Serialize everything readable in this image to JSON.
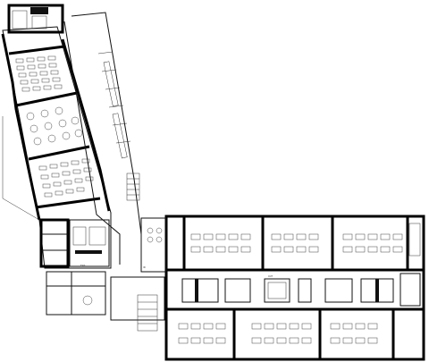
{
  "drawing": {
    "subject": "",
    "labels": [
      "EXIT",
      "IN",
      "OUT"
    ]
  }
}
